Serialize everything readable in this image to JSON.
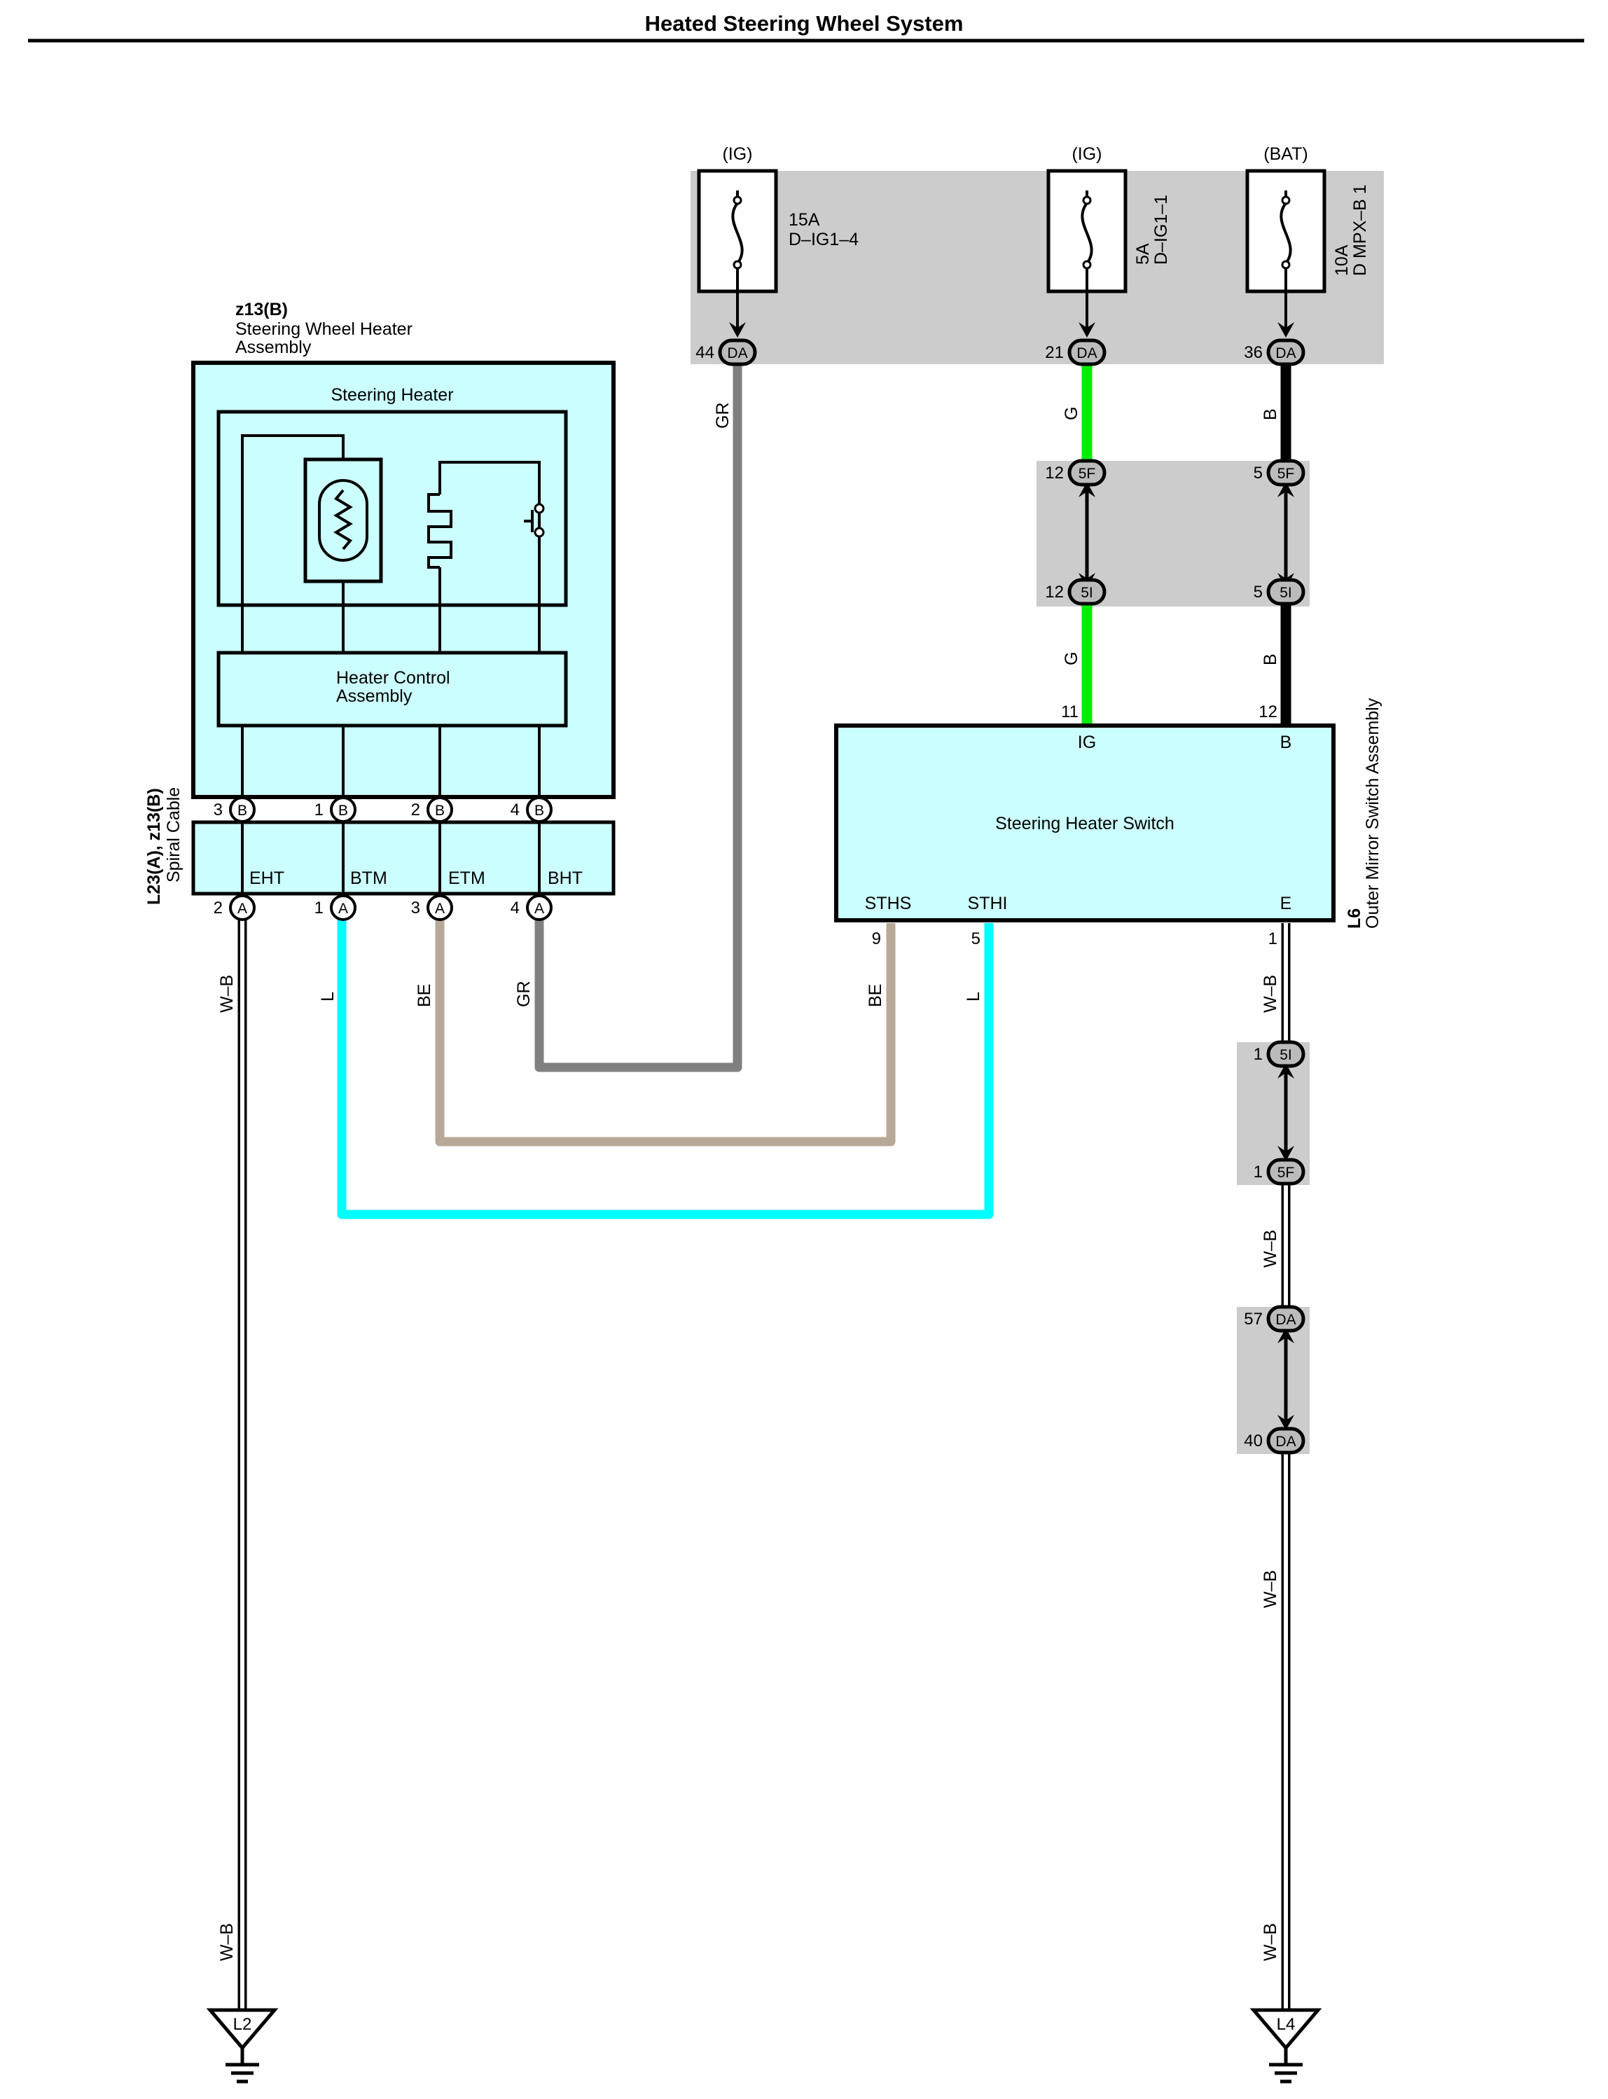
{
  "title": "Heated Steering Wheel System",
  "assembly": {
    "code": "z13(B)",
    "name_line1": "Steering Wheel Heater",
    "name_line2": "Assembly",
    "heater_label": "Steering Heater",
    "control_label_line1": "Heater Control",
    "control_label_line2": "Assembly",
    "pins": [
      {
        "num": "3",
        "conn": "B"
      },
      {
        "num": "1",
        "conn": "B"
      },
      {
        "num": "2",
        "conn": "B"
      },
      {
        "num": "4",
        "conn": "B"
      }
    ]
  },
  "spiral_cable": {
    "code": "L23(A), z13(B)",
    "name": "Spiral Cable",
    "terminals": [
      "EHT",
      "BTM",
      "ETM",
      "BHT"
    ],
    "pins": [
      {
        "num": "2",
        "conn": "A"
      },
      {
        "num": "1",
        "conn": "A"
      },
      {
        "num": "3",
        "conn": "A"
      },
      {
        "num": "4",
        "conn": "A"
      }
    ]
  },
  "fuses": [
    {
      "source": "(IG)",
      "rating": "15A",
      "name": "D–IG1–4",
      "pin": "44",
      "conn": "DA"
    },
    {
      "source": "(IG)",
      "rating": "5A",
      "name": "D–IG1–1",
      "pin": "21",
      "conn": "DA"
    },
    {
      "source": "(BAT)",
      "rating": "10A",
      "name": "D MPX–B 1",
      "pin": "36",
      "conn": "DA"
    }
  ],
  "junctions": {
    "g_upper": {
      "pin": "12",
      "conn": "5F"
    },
    "g_lower": {
      "pin": "12",
      "conn": "5I"
    },
    "b_upper": {
      "pin": "5",
      "conn": "5F"
    },
    "b_lower": {
      "pin": "5",
      "conn": "5I"
    },
    "wb_a1": {
      "pin": "1",
      "conn": "5I"
    },
    "wb_a2": {
      "pin": "1",
      "conn": "5F"
    },
    "wb_b1": {
      "pin": "57",
      "conn": "DA"
    },
    "wb_b2": {
      "pin": "40",
      "conn": "DA"
    }
  },
  "switch": {
    "label": "Steering Heater Switch",
    "code": "L6",
    "parent": "Outer Mirror Switch Assembly",
    "terminals": {
      "ig": "IG",
      "b": "B",
      "sths": "STHS",
      "sthi": "STHI",
      "e": "E"
    },
    "pins": {
      "ig": "11",
      "b": "12",
      "sths": "9",
      "sthi": "5",
      "e": "1"
    }
  },
  "wire_colors": {
    "gr": "GR",
    "g": "G",
    "b": "B",
    "be": "BE",
    "l": "L",
    "wb": "W–B"
  },
  "colors": {
    "gr": "#808080",
    "g": "#00ee00",
    "b": "#000000",
    "be": "#b8a898",
    "l": "#00ffff",
    "box": "#ccffff",
    "shade": "#cccccc"
  },
  "grounds": [
    "L2",
    "L4"
  ]
}
